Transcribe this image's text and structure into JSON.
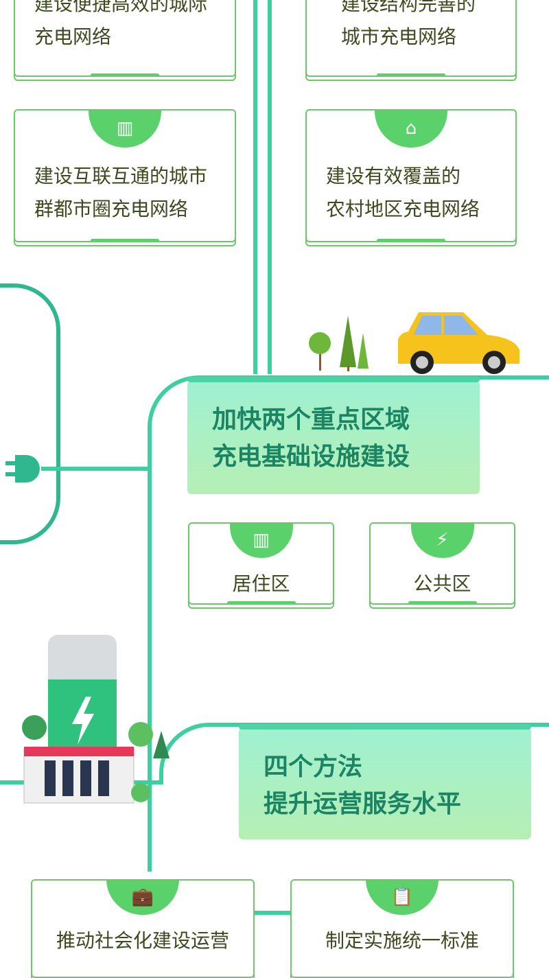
{
  "cards_top": [
    {
      "line1": "建设便捷高效的城际",
      "line2": "充电网络"
    },
    {
      "line1": "建设结构完善的",
      "line2": "城市充电网络"
    },
    {
      "line1": "建设互联互通的城市",
      "line2": "群都市圈充电网络",
      "icon": "buildings-icon"
    },
    {
      "line1": "建设有效覆盖的",
      "line2": "农村地区充电网络",
      "icon": "house-icon"
    }
  ],
  "section2": {
    "line1": "加快两个重点区域",
    "line2": "充电基础设施建设",
    "areas": [
      {
        "label": "居住区",
        "icon": "residential-icon"
      },
      {
        "label": "公共区",
        "icon": "charging-station-icon"
      }
    ]
  },
  "section3": {
    "line1": "四个方法",
    "line2": "提升运营服务水平",
    "methods": [
      {
        "label": "推动社会化建设运营",
        "icon": "briefcase-icon"
      },
      {
        "label": "制定实施统一标准",
        "icon": "clipboard-icon"
      }
    ]
  },
  "colors": {
    "line": "#3ccfa0",
    "green": "#5ad16a",
    "title": "#1b8463"
  }
}
